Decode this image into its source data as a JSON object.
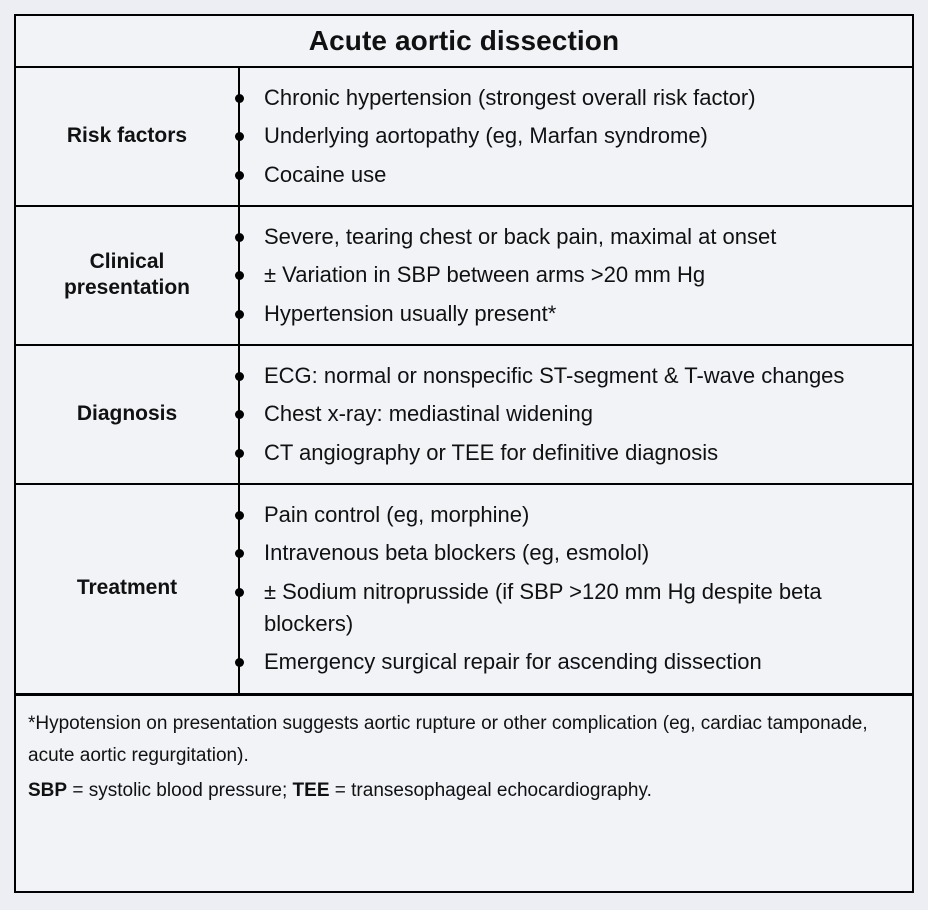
{
  "table": {
    "title": "Acute aortic dissection",
    "colors": {
      "border": "#000000",
      "cell_background": "#f1f3f7",
      "page_background": "#eceef4",
      "text": "#111111"
    },
    "rows": [
      {
        "label": "Risk factors",
        "items": [
          "Chronic hypertension (strongest overall risk factor)",
          "Underlying aortopathy (eg, Marfan syndrome)",
          "Cocaine use"
        ]
      },
      {
        "label": "Clinical presentation",
        "items": [
          "Severe, tearing chest or back pain, maximal at onset",
          "± Variation in SBP between arms >20 mm Hg",
          "Hypertension usually present*"
        ]
      },
      {
        "label": "Diagnosis",
        "items": [
          "ECG: normal or nonspecific ST-segment & T-wave changes",
          "Chest x-ray: mediastinal widening",
          "CT angiography or TEE for definitive diagnosis"
        ]
      },
      {
        "label": "Treatment",
        "items": [
          "Pain control (eg, morphine)",
          "Intravenous beta blockers (eg, esmolol)",
          "± Sodium nitroprusside (if SBP >120 mm Hg despite beta blockers)",
          "Emergency surgical repair for ascending dissection"
        ]
      }
    ],
    "footnote": {
      "note": "*Hypotension on presentation suggests aortic rupture or other complication (eg, cardiac tamponade, acute aortic regurgitation).",
      "abbreviations": [
        {
          "term": "SBP",
          "definition": " = systolic blood pressure; "
        },
        {
          "term": "TEE",
          "definition": " = transesophageal echocardiography."
        }
      ]
    }
  }
}
